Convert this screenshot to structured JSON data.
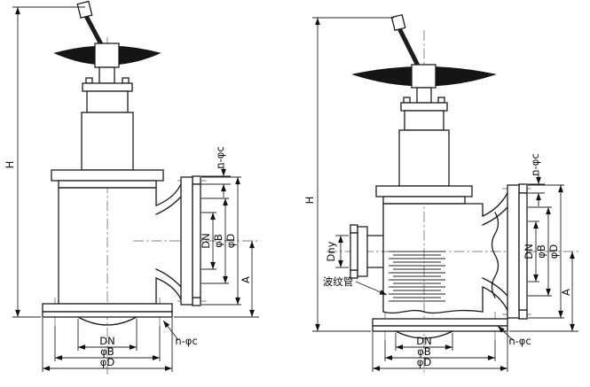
{
  "figure": {
    "background": "#ffffff",
    "line_color": "#1c1c1c"
  },
  "left_view": {
    "dim_h": "H",
    "dim_n_c_top": "n-φc",
    "dim_dn_side": "DN",
    "dim_b_side": "φB",
    "dim_d_side": "φD",
    "dim_a": "A",
    "dim_dn_bottom": "DN",
    "dim_b_bottom": "φB",
    "dim_d_bottom": "φD",
    "dim_n_c_bottom": "n-φc"
  },
  "right_view": {
    "dim_h": "H",
    "dim_n_c_top": "n-φc",
    "dim_dny": "Dny",
    "bellows_label": "波纹管",
    "dim_dn_side": "DN",
    "dim_b_side": "φB",
    "dim_d_side": "φD",
    "dim_a": "A",
    "dim_dn_bottom": "DN",
    "dim_b_bottom": "φB",
    "dim_d_bottom": "φD",
    "dim_n_c_bottom": "n-φc"
  }
}
